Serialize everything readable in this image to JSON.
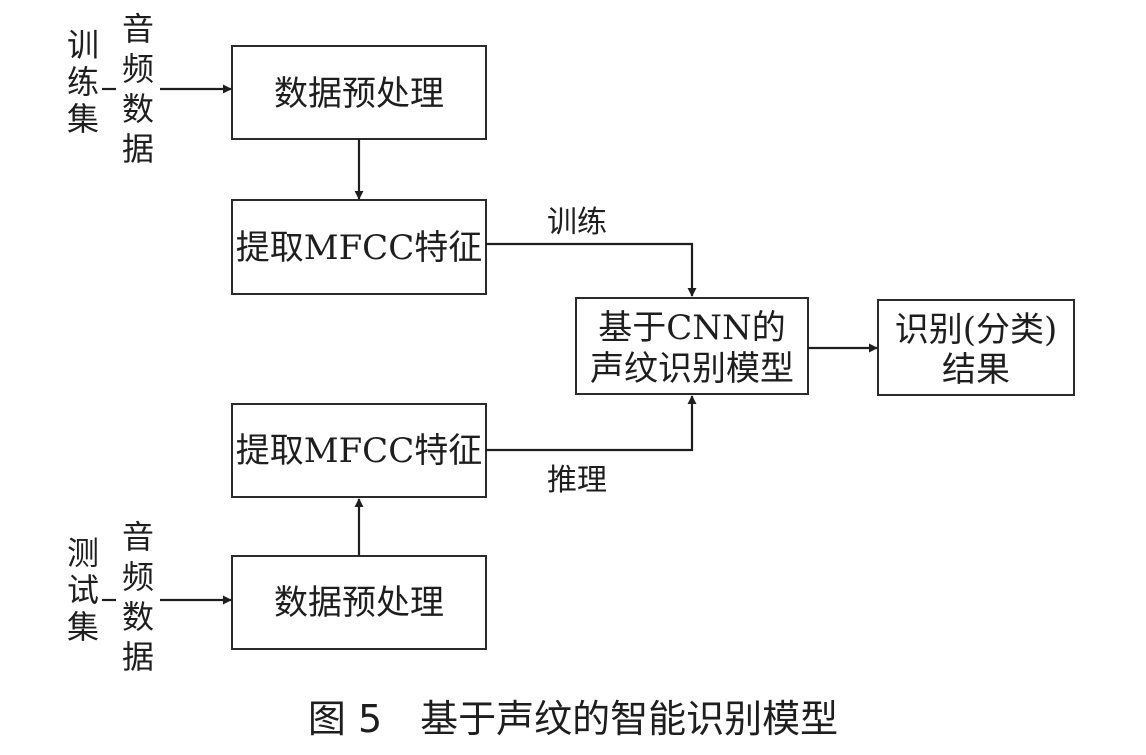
{
  "nodes": {
    "preprocess_train": "数据预处理",
    "mfcc_train": "提取MFCC特征",
    "model_line1": "基于CNN的",
    "model_line2": "声纹识别模型",
    "result_line1": "识别(分类)",
    "result_line2": "结果",
    "mfcc_test": "提取MFCC特征",
    "preprocess_test": "数据预处理"
  },
  "inputs": {
    "train_set": [
      "训",
      "练",
      "集"
    ],
    "train_audio": [
      "音",
      "频",
      "数",
      "据"
    ],
    "test_set": [
      "测",
      "试",
      "集"
    ],
    "test_audio": [
      "音",
      "频",
      "数",
      "据"
    ]
  },
  "edges": {
    "train_label": "训练",
    "infer_label": "推理"
  },
  "caption": "图 5　基于声纹的智能识别模型"
}
